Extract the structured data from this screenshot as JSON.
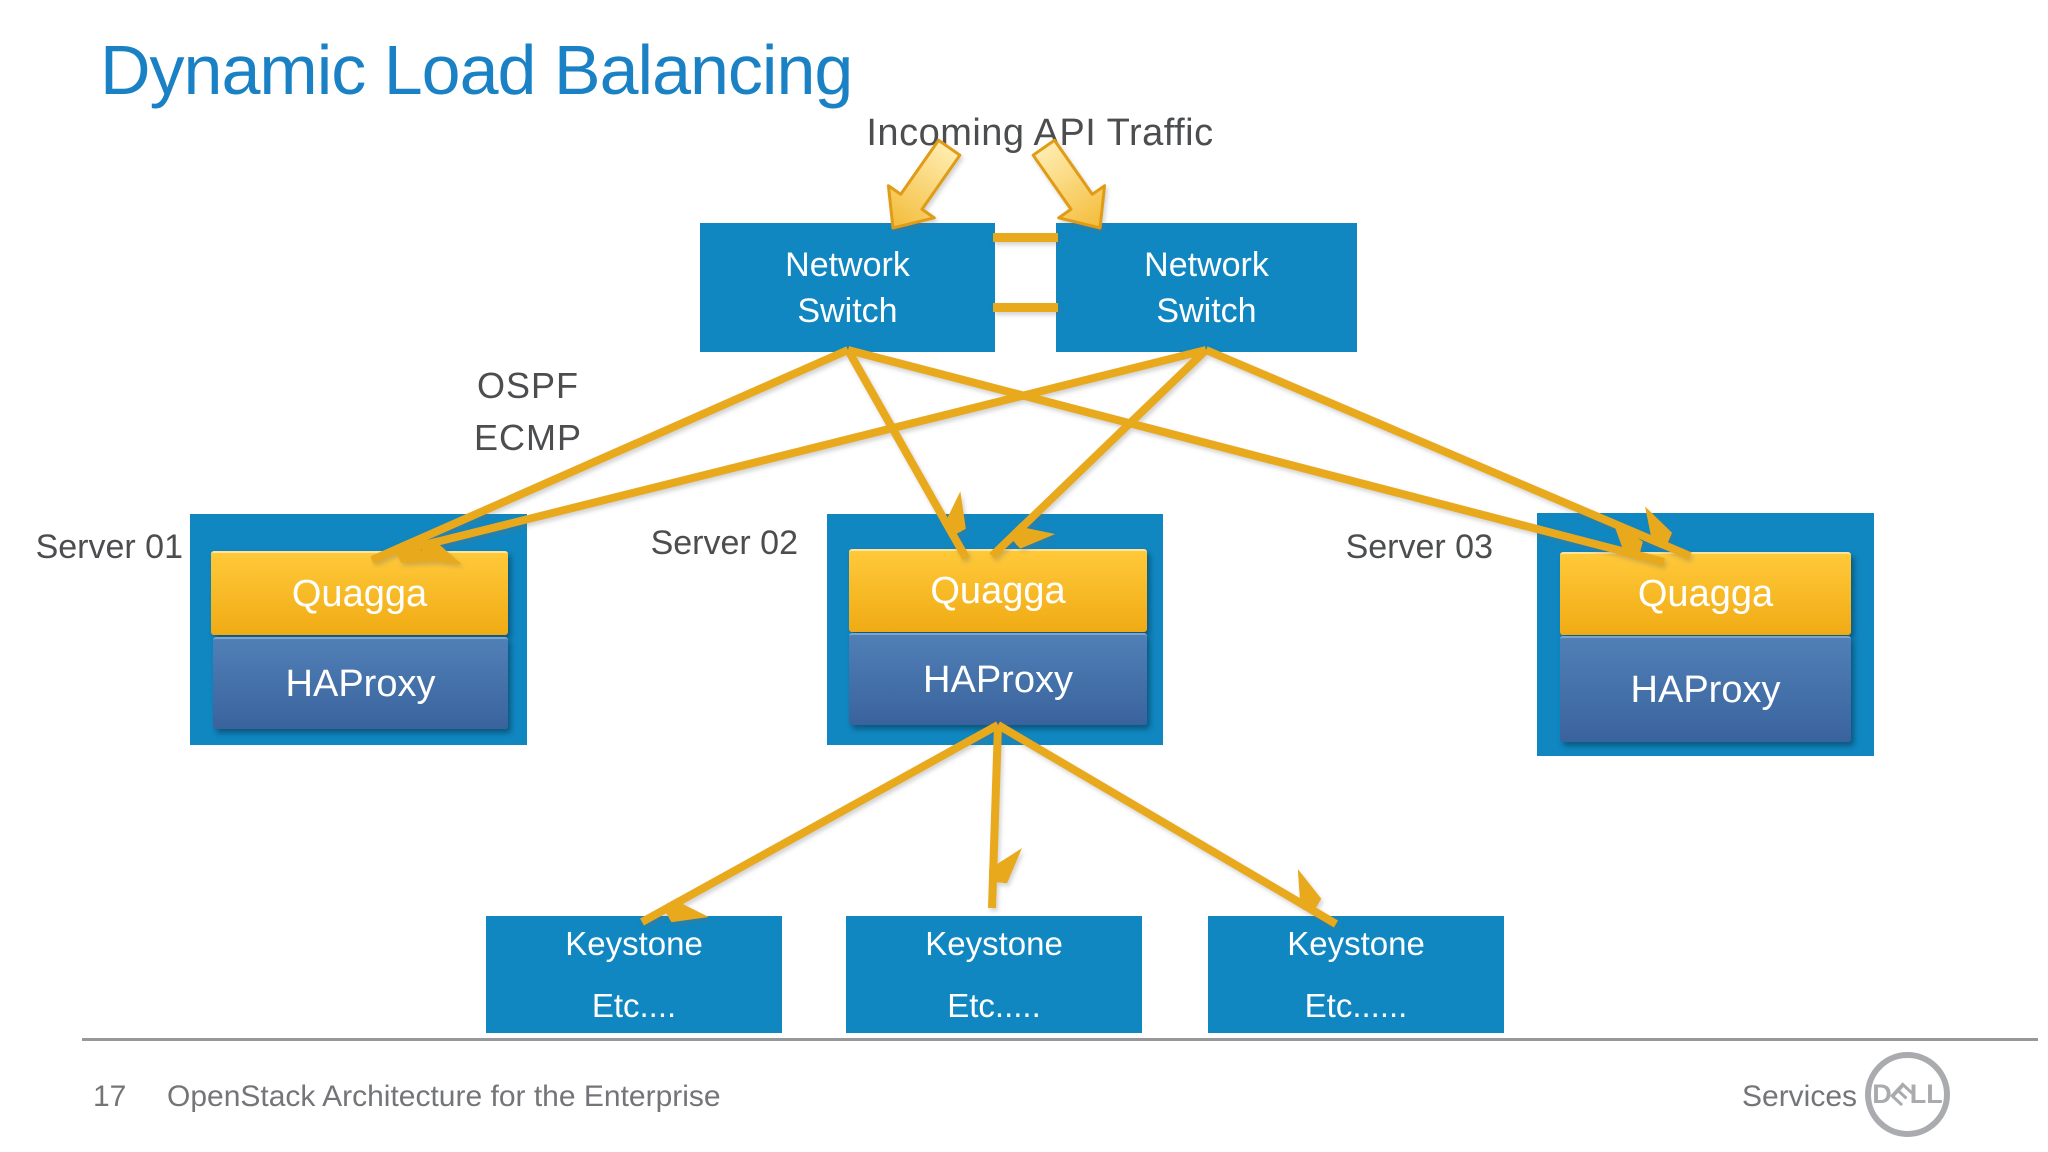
{
  "slide": {
    "title": "Dynamic Load Balancing",
    "footer": {
      "page_number": "17",
      "deck_title": "OpenStack Architecture for the Enterprise",
      "right_label": "Services",
      "logo_d": "D",
      "logo_e": "E",
      "logo_ll": "LL"
    }
  },
  "diagram": {
    "incoming_label": "Incoming API Traffic",
    "protocol_labels": {
      "line1": "OSPF",
      "line2": "ECMP"
    },
    "switches": [
      {
        "line1": "Network",
        "line2": "Switch"
      },
      {
        "line1": "Network",
        "line2": "Switch"
      }
    ],
    "servers": [
      {
        "label": "Server 01",
        "app": "Quagga",
        "lb": "HAProxy"
      },
      {
        "label": "Server 02",
        "app": "Quagga",
        "lb": "HAProxy"
      },
      {
        "label": "Server 03",
        "app": "Quagga",
        "lb": "HAProxy"
      }
    ],
    "backends": [
      {
        "line1": "Keystone",
        "line2": "Etc...."
      },
      {
        "line1": "Keystone",
        "line2": "Etc....."
      },
      {
        "line1": "Keystone",
        "line2": "Etc......"
      }
    ],
    "colors": {
      "dell_blue": "#1087c1",
      "title_blue": "#1a82c4",
      "arrow_gold": "#e8a91c",
      "quagga_gold": "#f5b51e",
      "haproxy_blue": "#46729f",
      "text_gray": "#4c4d4f",
      "footer_gray": "#747578"
    }
  }
}
